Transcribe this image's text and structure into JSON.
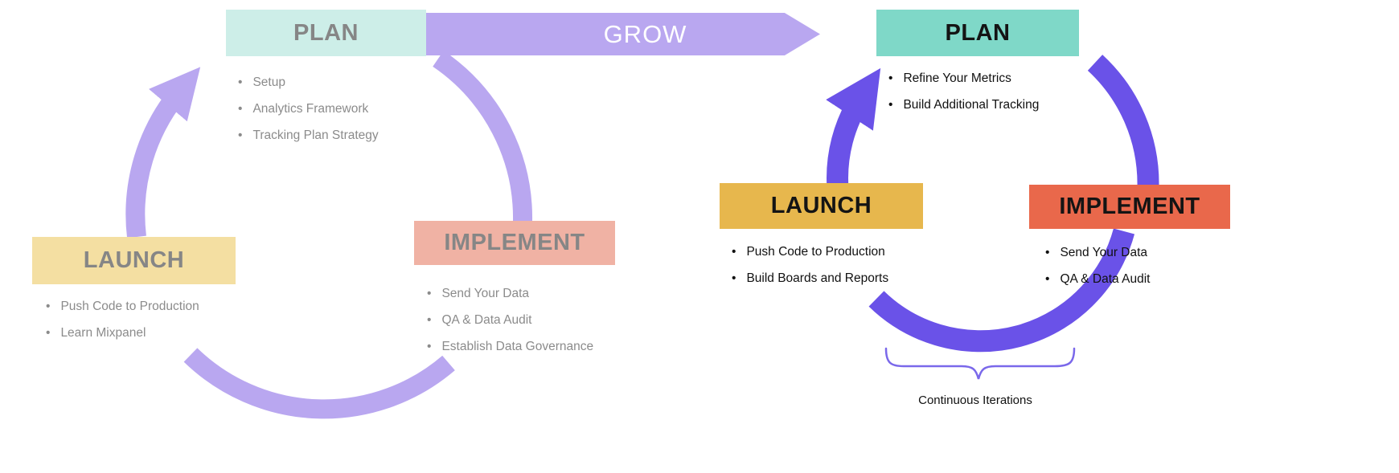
{
  "colors": {
    "left_plan_bg": "#cdeee8",
    "left_implement_bg": "#f0b2a4",
    "left_launch_bg": "#f4dfa2",
    "left_arrow": "#b9a7f0",
    "grow_bar": "#b9a7f0",
    "right_plan_bg": "#7fd8c8",
    "right_launch_bg": "#e7b74d",
    "right_implement_bg": "#e9684b",
    "right_arrow": "#6a52e8",
    "brace": "#7a68ea"
  },
  "left_cycle": {
    "plan": {
      "label": "PLAN",
      "items": [
        "Setup",
        "Analytics Framework",
        "Tracking Plan Strategy"
      ]
    },
    "implement": {
      "label": "IMPLEMENT",
      "items": [
        "Send Your Data",
        "QA & Data Audit",
        "Establish Data Governance"
      ]
    },
    "launch": {
      "label": "LAUNCH",
      "items": [
        "Push Code to Production",
        "Learn Mixpanel"
      ]
    }
  },
  "grow": {
    "label": "GROW"
  },
  "right_cycle": {
    "plan": {
      "label": "PLAN",
      "items": [
        "Refine Your Metrics",
        "Build Additional Tracking"
      ]
    },
    "launch": {
      "label": "LAUNCH",
      "items": [
        "Push Code to Production",
        "Build Boards and Reports"
      ]
    },
    "implement": {
      "label": "IMPLEMENT",
      "items": [
        "Send Your Data",
        "QA & Data Audit"
      ]
    },
    "caption": "Continuous Iterations"
  }
}
